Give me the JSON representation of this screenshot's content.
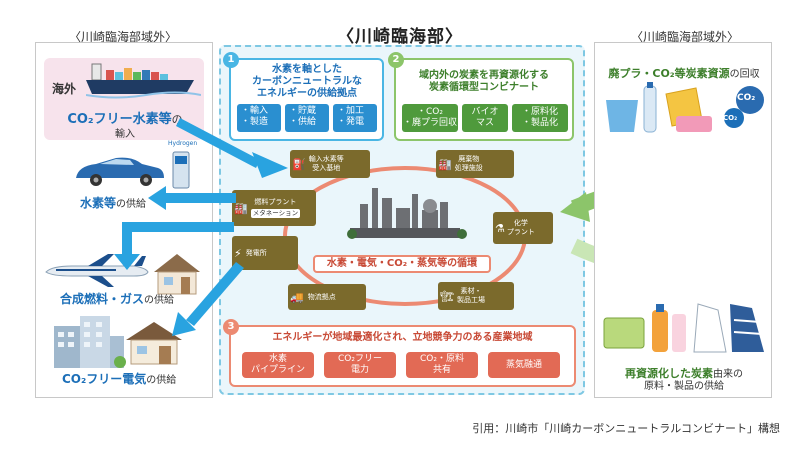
{
  "left": {
    "region_label": "〈川崎臨海部域外〉",
    "overseas_label": "海外",
    "import_title": "CO₂フリー水素等",
    "import_suffix": "の",
    "import_sub": "輸入",
    "hydrogen_supply_bold": "水素等",
    "hydrogen_supply_suffix": "の供給",
    "fuel_supply_bold": "合成燃料・ガス",
    "fuel_supply_suffix": "の供給",
    "power_supply_bold": "CO₂フリー電気",
    "power_supply_suffix": "の供給",
    "hydrogen_station_label": "Hydrogen"
  },
  "center": {
    "title": "〈川崎臨海部〉",
    "box1": {
      "number": "1",
      "title_lines": [
        "水素を軸とした",
        "カーボンニュートラルな",
        "エネルギーの供給拠点"
      ],
      "pills": [
        "・輸入",
        "・貯蔵",
        "・加工",
        "・製造",
        "・供給",
        "・発電"
      ]
    },
    "box2": {
      "number": "2",
      "title_lines": [
        "域内外の炭素を再資源化する",
        "炭素循環型コンビナート"
      ],
      "pills": [
        [
          "・CO₂",
          "・廃プラ回収"
        ],
        [
          "バイオ",
          "マス"
        ],
        [
          "・原料化",
          "・製品化"
        ]
      ]
    },
    "box3": {
      "number": "3",
      "title": "エネルギーが地域最適化され、立地競争力のある産業地域",
      "pills": [
        [
          "水素",
          "パイプライン"
        ],
        [
          "CO₂フリー",
          "電力"
        ],
        [
          "CO₂・原料",
          "共有"
        ],
        [
          "蒸気融通"
        ]
      ]
    },
    "cycle_label": "水素・電気・CO₂・蒸気等の循環",
    "facilities": {
      "import_base": [
        "輸入水素等",
        "受入基地"
      ],
      "waste": [
        "廃棄物",
        "処理施設"
      ],
      "chemical": [
        "化学",
        "プラント"
      ],
      "materials": [
        "素材・",
        "製品工場"
      ],
      "logistics": "物流拠点",
      "power_plant": "発電所",
      "fuel_plant": "燃料プラント",
      "methanation": "メタネーション"
    }
  },
  "right": {
    "region_label": "〈川崎臨海部域外〉",
    "collect_bold": "廃プラ・CO₂等炭素資源",
    "collect_suffix": "の回収",
    "co2_bubble": "CO₂",
    "recycled_bold": "再資源化した炭素",
    "recycled_suffix": "由来の",
    "recycled_line2": "原料・製品の供給"
  },
  "citation": "引用：川崎市「川崎カーボンニュートラルコンビナート」構想",
  "colors": {
    "blue_accent": "#4ab6e4",
    "green_accent": "#8cc56a",
    "red_accent": "#ec8a72",
    "facility_brown": "#7b6a2c",
    "arrow_blue": "#29a3e0"
  }
}
